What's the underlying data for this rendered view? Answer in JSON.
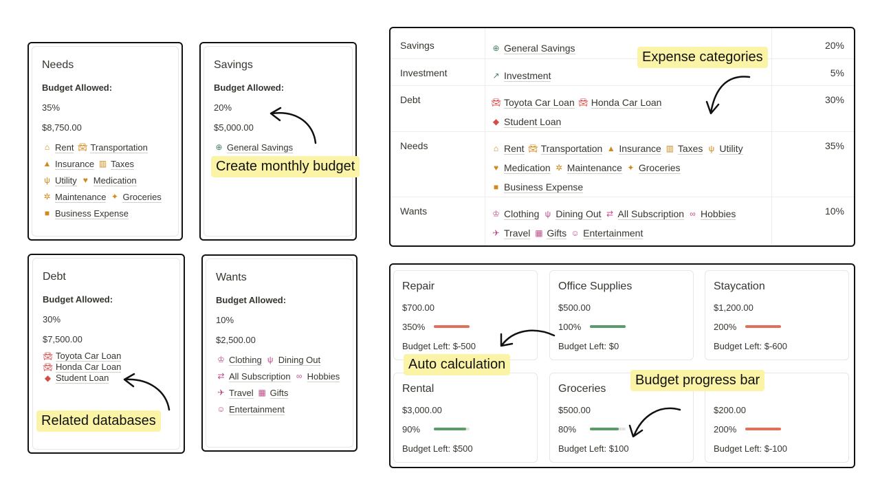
{
  "colors": {
    "needs": "#d08a1c",
    "debt": "#d44c47",
    "wants": "#c14c8a",
    "savings": "#448361",
    "bar_over": "#e16f5c",
    "bar_ok": "#5a9a6b",
    "callout": "#fbf3a6"
  },
  "cards": {
    "needs": {
      "title": "Needs",
      "label": "Budget Allowed:",
      "pct": "35%",
      "amount": "$8,750.00",
      "tags": [
        {
          "icon": "home-icon",
          "glyph": "⌂",
          "text": "Rent"
        },
        {
          "icon": "car-icon",
          "glyph": "🚘︎",
          "text": "Transportation"
        },
        {
          "icon": "mountain-icon",
          "glyph": "▲",
          "text": "Insurance"
        },
        {
          "icon": "briefcase-icon",
          "glyph": "▥",
          "text": "Taxes"
        },
        {
          "icon": "plug-icon",
          "glyph": "ψ",
          "text": "Utility"
        },
        {
          "icon": "heart-pulse-icon",
          "glyph": "♥",
          "text": "Medication"
        },
        {
          "icon": "gear-icon",
          "glyph": "✲",
          "text": "Maintenance"
        },
        {
          "icon": "groceries-icon",
          "glyph": "✦",
          "text": "Groceries"
        },
        {
          "icon": "bag-icon",
          "glyph": "■",
          "text": "Business Expense"
        }
      ]
    },
    "savings": {
      "title": "Savings",
      "label": "Budget Allowed:",
      "pct": "20%",
      "amount": "$5,000.00",
      "tags": [
        {
          "icon": "plus-circle-icon",
          "glyph": "⊕",
          "text": "General Savings"
        }
      ]
    },
    "debt": {
      "title": "Debt",
      "label": "Budget Allowed:",
      "pct": "30%",
      "amount": "$7,500.00",
      "tags": [
        {
          "icon": "car-icon",
          "glyph": "🚘︎",
          "text": "Toyota Car Loan"
        },
        {
          "icon": "car-icon",
          "glyph": "🚘︎",
          "text": "Honda Car Loan"
        },
        {
          "icon": "graduation-cap-icon",
          "glyph": "◆",
          "text": "Student Loan"
        }
      ]
    },
    "wants": {
      "title": "Wants",
      "label": "Budget Allowed:",
      "pct": "10%",
      "amount": "$2,500.00",
      "tags": [
        {
          "icon": "shirt-icon",
          "glyph": "♔",
          "text": "Clothing"
        },
        {
          "icon": "dining-icon",
          "glyph": "ψ",
          "text": "Dining Out"
        },
        {
          "icon": "repeat-icon",
          "glyph": "⇄",
          "text": "All Subscription"
        },
        {
          "icon": "glasses-icon",
          "glyph": "∞",
          "text": "Hobbies"
        },
        {
          "icon": "plane-icon",
          "glyph": "✈",
          "text": "Travel"
        },
        {
          "icon": "gift-icon",
          "glyph": "▦",
          "text": "Gifts"
        },
        {
          "icon": "smile-icon",
          "glyph": "☺",
          "text": "Entertainment"
        }
      ]
    }
  },
  "table": {
    "rows": [
      {
        "name": "Savings",
        "pct": "20%",
        "tags": [
          {
            "icon": "plus-circle-icon",
            "glyph": "⊕",
            "color": "savings",
            "text": "General Savings"
          }
        ]
      },
      {
        "name": "Investment",
        "pct": "5%",
        "tags": [
          {
            "icon": "chart-icon",
            "glyph": "↗",
            "color": "savings",
            "text": "Investment"
          }
        ]
      },
      {
        "name": "Debt",
        "pct": "30%",
        "tags": [
          {
            "icon": "car-icon",
            "glyph": "🚘︎",
            "color": "debt",
            "text": "Toyota Car Loan"
          },
          {
            "icon": "car-icon",
            "glyph": "🚘︎",
            "color": "debt",
            "text": "Honda Car Loan"
          },
          {
            "icon": "graduation-cap-icon",
            "glyph": "◆",
            "color": "debt",
            "text": "Student Loan"
          }
        ]
      },
      {
        "name": "Needs",
        "pct": "35%",
        "tags": [
          {
            "icon": "home-icon",
            "glyph": "⌂",
            "color": "needs",
            "text": "Rent"
          },
          {
            "icon": "car-icon",
            "glyph": "🚘︎",
            "color": "needs",
            "text": "Transportation"
          },
          {
            "icon": "mountain-icon",
            "glyph": "▲",
            "color": "needs",
            "text": "Insurance"
          },
          {
            "icon": "briefcase-icon",
            "glyph": "▥",
            "color": "needs",
            "text": "Taxes"
          },
          {
            "icon": "plug-icon",
            "glyph": "ψ",
            "color": "needs",
            "text": "Utility"
          },
          {
            "icon": "heart-pulse-icon",
            "glyph": "♥",
            "color": "needs",
            "text": "Medication"
          },
          {
            "icon": "gear-icon",
            "glyph": "✲",
            "color": "needs",
            "text": "Maintenance"
          },
          {
            "icon": "groceries-icon",
            "glyph": "✦",
            "color": "needs",
            "text": "Groceries"
          },
          {
            "icon": "bag-icon",
            "glyph": "■",
            "color": "needs",
            "text": "Business Expense"
          }
        ]
      },
      {
        "name": "Wants",
        "pct": "10%",
        "tags": [
          {
            "icon": "shirt-icon",
            "glyph": "♔",
            "color": "wants",
            "text": "Clothing"
          },
          {
            "icon": "dining-icon",
            "glyph": "ψ",
            "color": "wants",
            "text": "Dining Out"
          },
          {
            "icon": "repeat-icon",
            "glyph": "⇄",
            "color": "wants",
            "text": "All Subscription"
          },
          {
            "icon": "glasses-icon",
            "glyph": "∞",
            "color": "wants",
            "text": "Hobbies"
          },
          {
            "icon": "plane-icon",
            "glyph": "✈",
            "color": "wants",
            "text": "Travel"
          },
          {
            "icon": "gift-icon",
            "glyph": "▦",
            "color": "wants",
            "text": "Gifts"
          },
          {
            "icon": "smile-icon",
            "glyph": "☺",
            "color": "wants",
            "text": "Entertainment"
          }
        ]
      }
    ]
  },
  "budgets": [
    {
      "title": "Repair",
      "amount": "$700.00",
      "pct_label": "350%",
      "progress": 3.5,
      "left": "Budget Left: $-500"
    },
    {
      "title": "Office Supplies",
      "amount": "$500.00",
      "pct_label": "100%",
      "progress": 1.0,
      "left": "Budget Left: $0"
    },
    {
      "title": "Staycation",
      "amount": "$1,200.00",
      "pct_label": "200%",
      "progress": 2.0,
      "left": "Budget Left: $-600"
    },
    {
      "title": "Rental",
      "amount": "$3,000.00",
      "pct_label": "90%",
      "progress": 0.9,
      "left": "Budget Left: $500"
    },
    {
      "title": "Groceries",
      "amount": "$500.00",
      "pct_label": "80%",
      "progress": 0.8,
      "left": "Budget Left: $100"
    },
    {
      "title": "",
      "amount": "$200.00",
      "pct_label": "200%",
      "progress": 2.0,
      "left": "Budget Left: $-100"
    }
  ],
  "callouts": {
    "expense_categories": "Expense categories",
    "create_monthly_budget": "Create monthly budget",
    "related_databases": "Related databases",
    "auto_calculation": "Auto calculation",
    "budget_progress_bar": "Budget progress bar"
  }
}
